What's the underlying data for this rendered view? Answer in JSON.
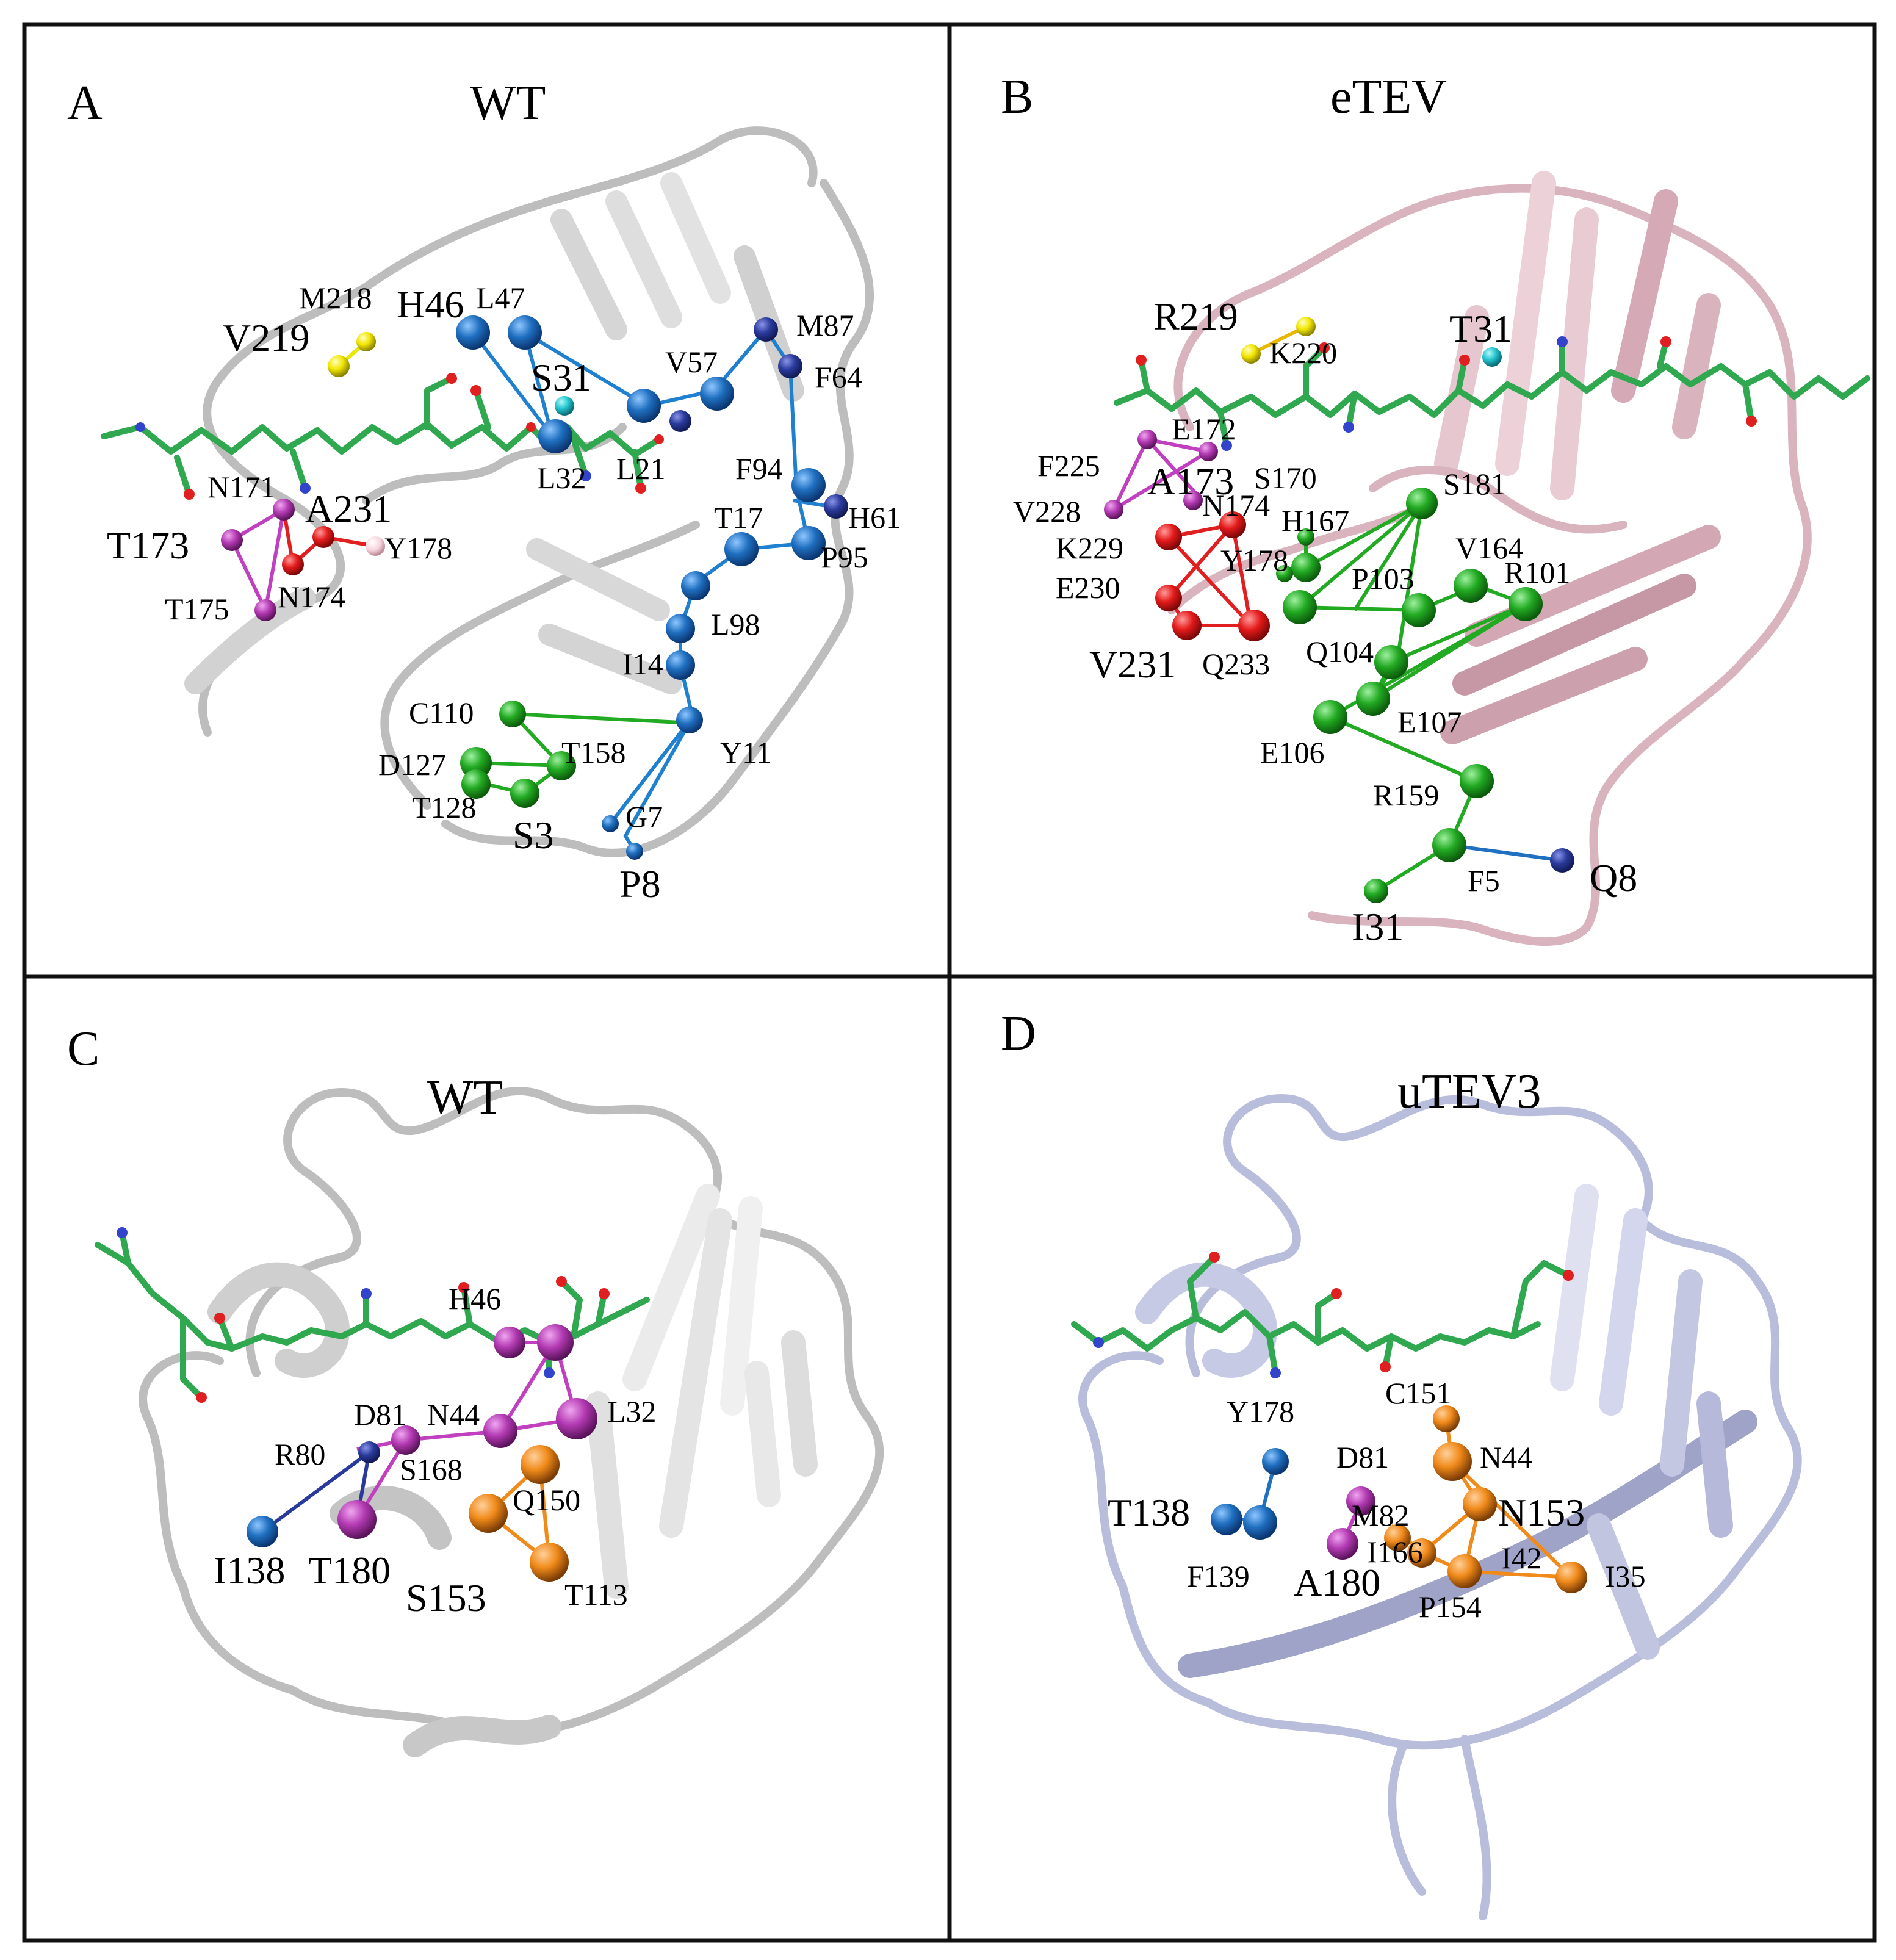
{
  "panels": {
    "a": {
      "letter": "A",
      "title": "WT",
      "labels": {
        "m218": "M218",
        "h46": "H46",
        "l47": "L47",
        "m87": "M87",
        "v219": "V219",
        "s31": "S31",
        "v57": "V57",
        "f64": "F64",
        "l32": "L32",
        "l21": "L21",
        "f94": "F94",
        "n171": "N171",
        "a231": "A231",
        "y178": "Y178",
        "t173": "T173",
        "t17": "T17",
        "h61": "H61",
        "p95": "P95",
        "t175": "T175",
        "n174": "N174",
        "l98": "L98",
        "i14": "I14",
        "c110": "C110",
        "t158": "T158",
        "y11": "Y11",
        "d127": "D127",
        "t128": "T128",
        "g7": "G7",
        "s3": "S3",
        "p8": "P8"
      }
    },
    "b": {
      "letter": "B",
      "title": "eTEV",
      "labels": {
        "r219": "R219",
        "k220": "K220",
        "t31": "T31",
        "e172": "E172",
        "f225": "F225",
        "a173": "A173",
        "s170": "S170",
        "s181": "S181",
        "v228": "V228",
        "n174": "N174",
        "h167": "H167",
        "k229": "K229",
        "y178": "Y178",
        "v164": "V164",
        "e230": "E230",
        "p103": "P103",
        "r101": "R101",
        "v231": "V231",
        "q233": "Q233",
        "q104": "Q104",
        "e107": "E107",
        "e106": "E106",
        "r159": "R159",
        "f5": "F5",
        "q8": "Q8",
        "i31": "I31"
      }
    },
    "c": {
      "letter": "C",
      "title": "WT",
      "labels": {
        "h46": "H46",
        "d81": "D81",
        "n44": "N44",
        "l32": "L32",
        "r80": "R80",
        "s168": "S168",
        "q150": "Q150",
        "i138": "I138",
        "t180": "T180",
        "s153": "S153",
        "t113": "T113"
      }
    },
    "d": {
      "letter": "D",
      "title": "uTEV3",
      "labels": {
        "y178": "Y178",
        "c151": "C151",
        "d81": "D81",
        "n44": "N44",
        "t138": "T138",
        "m82": "M82",
        "n153": "N153",
        "i166": "I166",
        "i42": "I42",
        "f139": "F139",
        "a180": "A180",
        "i35": "I35",
        "p154": "P154"
      }
    }
  },
  "colors": {
    "ribbon_wt": "#bdbdbd",
    "ribbon_etev": "#d9b4bf",
    "ribbon_utev3": "#b9bddc",
    "blue_sphere": "#1f6fc0",
    "dark_blue_sphere": "#2a3a9c",
    "green_sphere": "#22aa22",
    "red_sphere": "#e41a1a",
    "magenta_sphere": "#b33ab3",
    "yellow_sphere": "#f2e600",
    "cyan_sphere": "#22c6cf",
    "orange_sphere": "#f08a1a",
    "pink_sphere": "#f6d3dc",
    "stick_carbon": "#2fa84f"
  }
}
